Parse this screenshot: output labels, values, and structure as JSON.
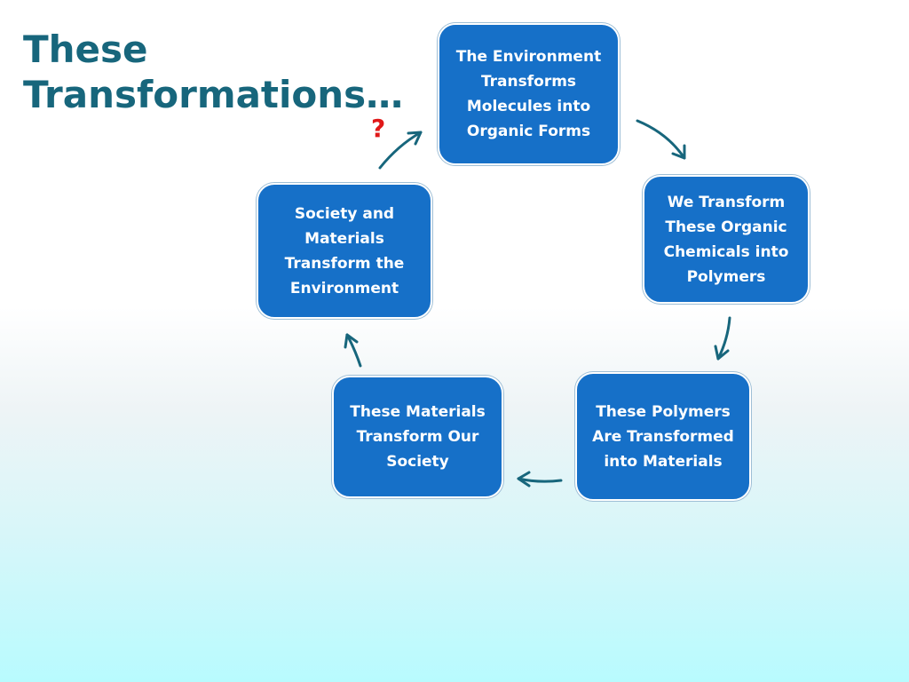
{
  "title": "These Transformations…",
  "question_mark": "?",
  "nodes": [
    {
      "label": "The Environment Transforms Molecules into Organic Forms"
    },
    {
      "label": "We Transform These Organic Chemicals into Polymers"
    },
    {
      "label": "These Polymers Are Transformed into Materials"
    },
    {
      "label": "These Materials Transform Our Society"
    },
    {
      "label": "Society and Materials Transform the Environment"
    }
  ],
  "colors": {
    "title": "#17667c",
    "node_fill": "#1670c8",
    "node_text": "#ffffff",
    "arrow": "#17667c",
    "question_mark": "#e01818"
  }
}
